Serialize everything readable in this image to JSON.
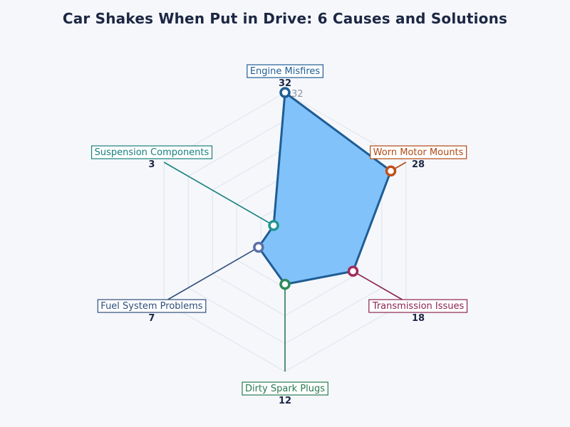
{
  "chart_data": {
    "type": "radar",
    "title": "Car Shakes When Put in Drive: 6 Causes and Solutions",
    "categories": [
      "Engine Misfires",
      "Worn Motor Mounts",
      "Transmission Issues",
      "Dirty Spark Plugs",
      "Fuel System Problems",
      "Suspension Components"
    ],
    "values": [
      32,
      28,
      18,
      12,
      7,
      3
    ],
    "value_labels": [
      "32",
      "28",
      "18",
      "12",
      "7",
      "3"
    ],
    "radial_range": [
      0,
      32
    ],
    "radial_tick_labels": [
      "32"
    ],
    "colors": {
      "fill": "#82c2fb",
      "outline": "#1f5d94",
      "grid": "#dfe3ea",
      "points": [
        "#1f5d94",
        "#c0501a",
        "#a02c5d",
        "#2e8a5a",
        "#5b6fa8",
        "#21958f"
      ],
      "label_colors": [
        "#1f5d94",
        "#b04a14",
        "#8c2450",
        "#2a7a52",
        "#2e4e7a",
        "#17807e"
      ]
    }
  }
}
